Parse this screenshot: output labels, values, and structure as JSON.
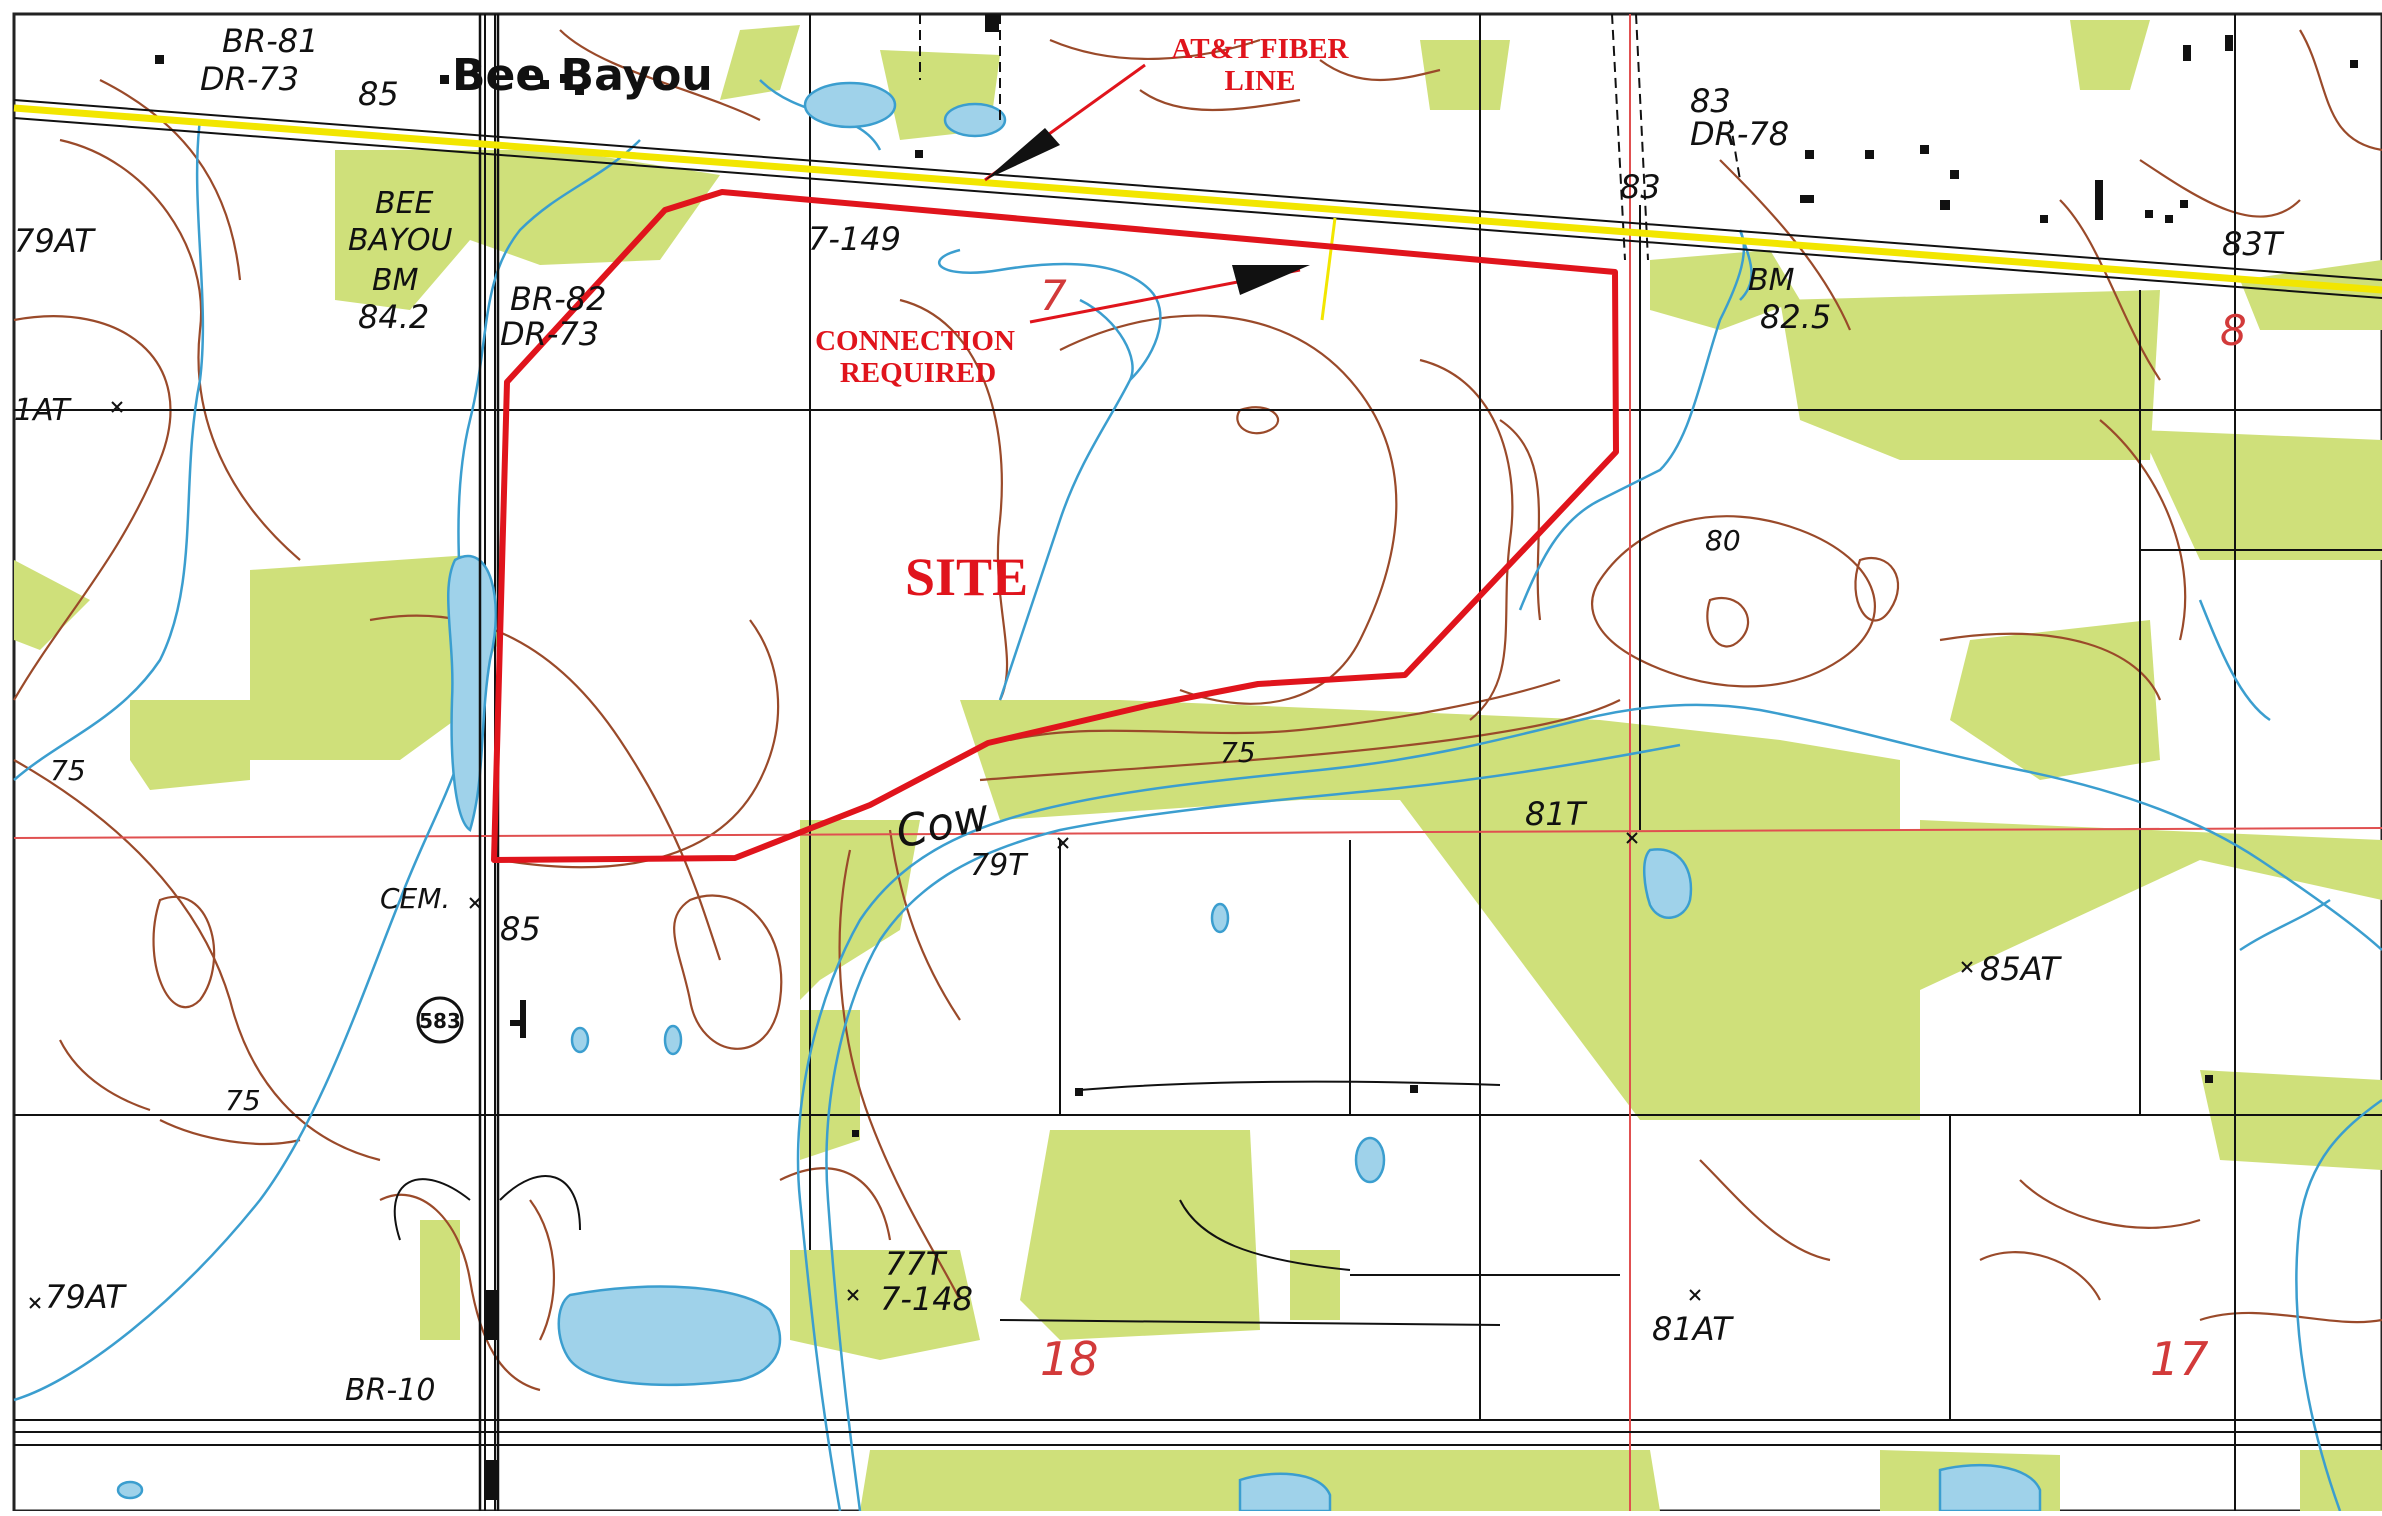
{
  "colors": {
    "vegetation": "#cfe07a",
    "boundary": "#e0141c",
    "fiber_line": "#f2e600",
    "contour": "#9a4a2a",
    "water": "#3b9ecf",
    "water_fill": "#9fd2ea",
    "grid": "#111111",
    "section_line": "#e05050",
    "section_number": "#d23a3a"
  },
  "places": {
    "bee_bayou": "Bee Bayou",
    "bee": "BEE",
    "bayou": "BAYOU",
    "cow": "Cow"
  },
  "callouts": {
    "fiber_line_line1": "AT&T FIBER",
    "fiber_line_line2": "LINE",
    "connection_line1": "CONNECTION",
    "connection_line2": "REQUIRED",
    "site": "SITE"
  },
  "section_numbers": {
    "s7": "7",
    "s8": "8",
    "s18": "18",
    "s17": "17"
  },
  "road_markers": {
    "route": "583"
  },
  "elevations": {
    "br81": "BR-81",
    "dr73": "DR-73",
    "e85_top": "85",
    "e79at_left": "79AT",
    "bm_left": "BM",
    "e842": "84.2",
    "br82": "BR-82",
    "dr73_b": "DR-73",
    "e1at": "1AT",
    "e83_top": "83",
    "dr78": "DR-78",
    "e83_mid": "83",
    "bm_right": "BM",
    "e825": "82.5",
    "e83t": "83T",
    "t149": "7-149",
    "e80": "80",
    "e75_a": "75",
    "e75_b": "75",
    "e75_c": "75",
    "e81t": "81T",
    "e79t": "79T",
    "cem": "CEM.",
    "e85_cem": "85",
    "e85at": "85AT",
    "e79at_lower": "79AT",
    "e77t": "77T",
    "t148": "7-148",
    "e81at": "81AT",
    "br10": "BR-10"
  }
}
